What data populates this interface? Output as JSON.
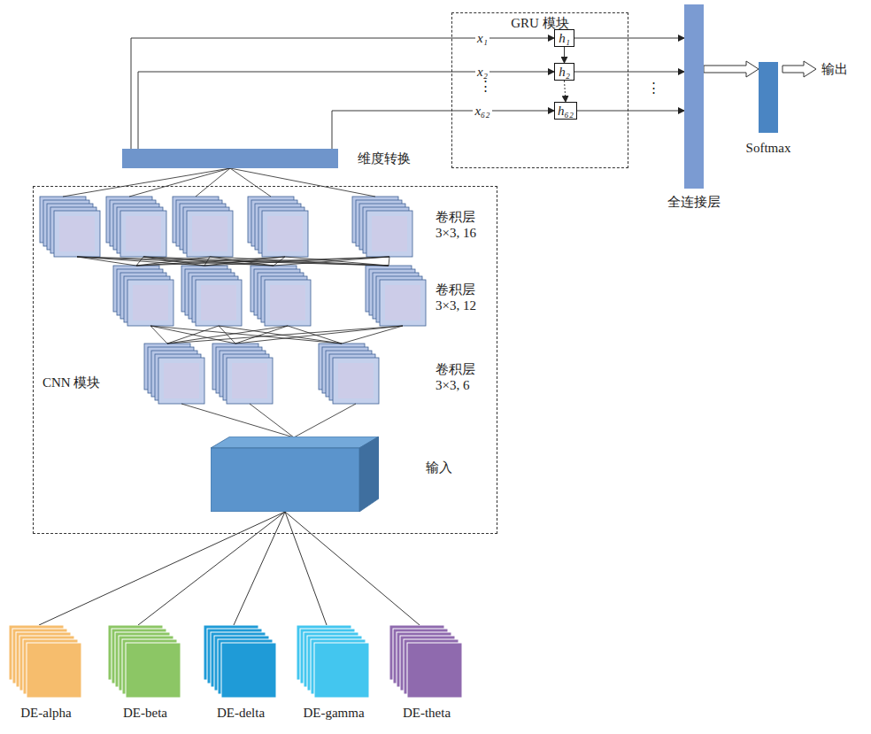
{
  "diagram": {
    "nodes": [
      {
        "text": [
          "GRU 模块"
        ]
      },
      {
        "text": [
          "h₁"
        ],
        "in": 0
      },
      {
        "text": [
          "h₂"
        ],
        "in": 0
      },
      {
        "text": [
          "h₆₂"
        ],
        "in": 0
      },
      {
        "text": [
          "全连接层"
        ]
      },
      {
        "text": [
          "Softmax"
        ]
      },
      {
        "text": [
          "维度转换"
        ]
      },
      {
        "text": [
          "CNN 模块"
        ]
      },
      {
        "text": [
          "输入"
        ],
        "in": 7
      },
      {
        "text": [
          "DE-alpha"
        ]
      },
      {
        "text": [
          "DE-beta"
        ]
      },
      {
        "text": [
          "DE-delta"
        ]
      },
      {
        "text": [
          "DE-gamma"
        ]
      },
      {
        "text": [
          "DE-theta"
        ]
      }
    ],
    "edges": [
      {
        "from": 6,
        "to": 1,
        "arrow": "to",
        "label": "x₁"
      },
      {
        "from": 6,
        "to": 2,
        "arrow": "to",
        "label": "x₂"
      },
      {
        "from": 6,
        "to": 3,
        "arrow": "to",
        "label": "x₆₂"
      },
      {
        "from": 1,
        "to": 2,
        "arrow": "to"
      },
      {
        "from": 2,
        "to": 3,
        "arrow": "to"
      },
      {
        "from": 1,
        "to": 4,
        "arrow": "to"
      },
      {
        "from": 2,
        "to": 4,
        "arrow": "to"
      },
      {
        "from": 3,
        "to": 4,
        "arrow": "to"
      },
      {
        "from": 4,
        "to": 5,
        "arrow": "to"
      },
      {
        "from": 9,
        "to": 8,
        "arrow": "none"
      },
      {
        "from": 10,
        "to": 8,
        "arrow": "none"
      },
      {
        "from": 11,
        "to": 8,
        "arrow": "none"
      },
      {
        "from": 12,
        "to": 8,
        "arrow": "none"
      },
      {
        "from": 13,
        "to": 8,
        "arrow": "none"
      }
    ],
    "labels": [
      "⋮",
      "⋮",
      "卷积层 3×3, 16",
      "卷积层 3×3, 12",
      "卷积层 3×3, 6",
      "输出"
    ]
  }
}
